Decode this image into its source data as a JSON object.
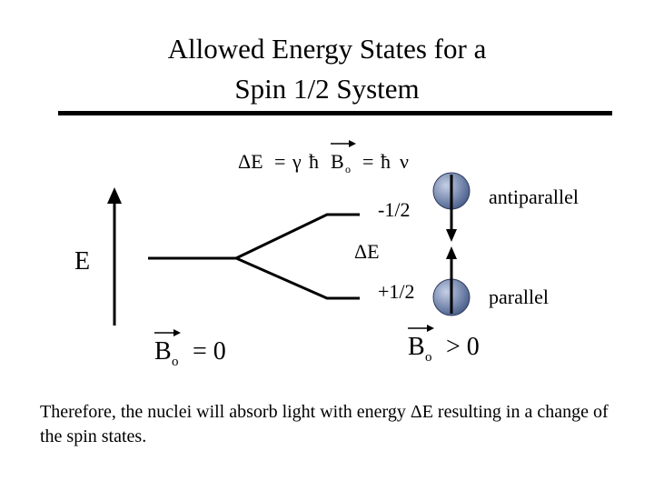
{
  "title": {
    "line1": "Allowed Energy States for a",
    "line2": "Spin 1/2 System"
  },
  "equation": {
    "delta_e": "ΔE",
    "eq1": "=",
    "gamma": "γ",
    "hbar": "ħ",
    "b": "B",
    "b_sub": "o",
    "eq2": "=",
    "hbar2": "ħ",
    "nu": "ν"
  },
  "diagram": {
    "energy_axis_label": "E",
    "upper_state_label": "-1/2",
    "upper_state_orientation": "antiparallel",
    "gap_label": "ΔE",
    "lower_state_label": "+1/2",
    "lower_state_orientation": "parallel",
    "field_zero": {
      "b": "B",
      "sub": "o",
      "rest": "= 0"
    },
    "field_nonzero": {
      "b": "B",
      "sub": "o",
      "rest": "> 0"
    },
    "colors": {
      "nucleus": "#4a5f8c",
      "nucleus_highlight": "#c4cfe6",
      "lines": "#000000"
    }
  },
  "conclusion": "Therefore, the nuclei will absorb light with energy ΔE resulting in a change of the spin states."
}
